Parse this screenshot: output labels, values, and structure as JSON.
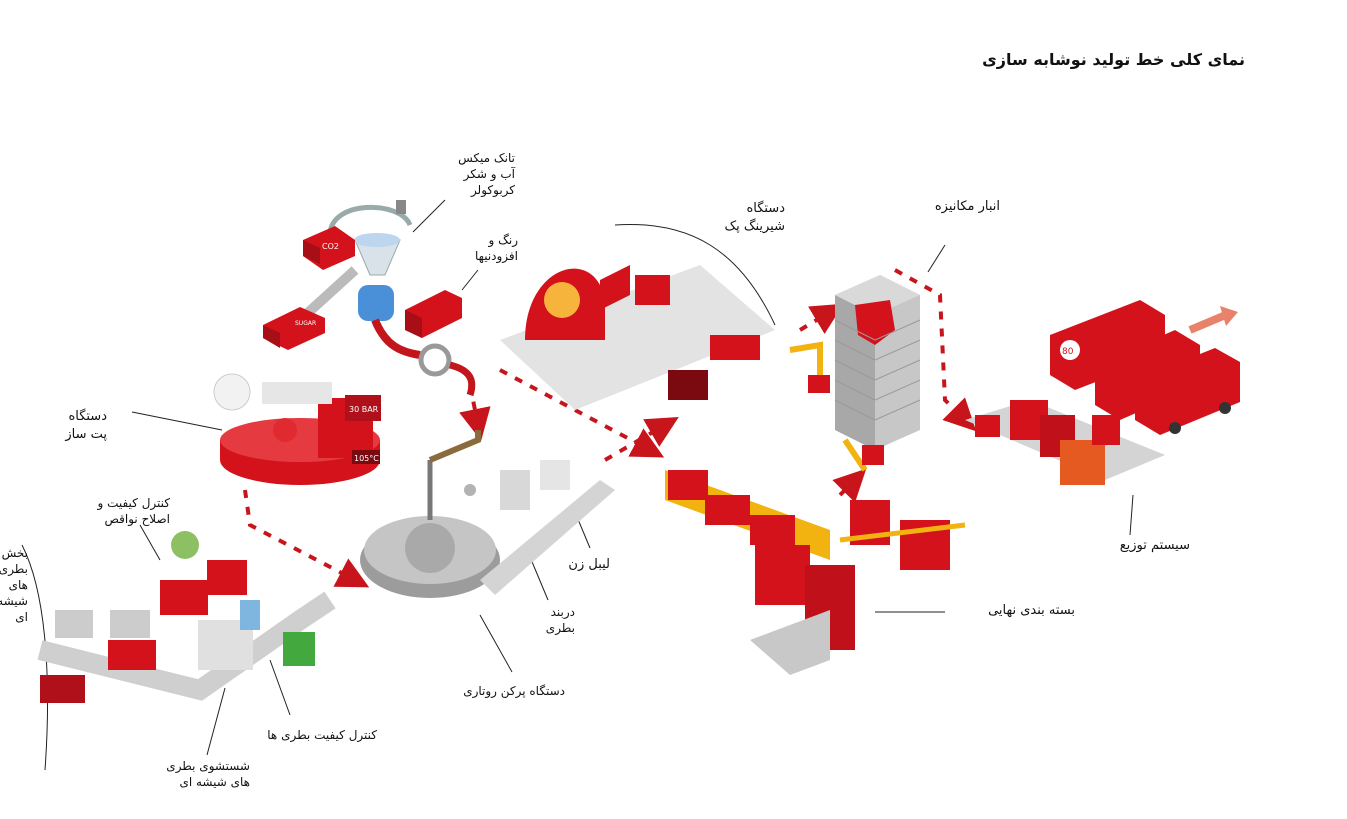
{
  "title": "نمای کلی خط تولید نوشابه سازی",
  "colors": {
    "brand_red": "#d3121b",
    "dark_red": "#a80e15",
    "grey": "#b9b9b9",
    "yellow": "#f2b20f"
  },
  "truck_badges": {
    "co2": "CO2",
    "sugar": "SUGAR",
    "pressure": "30 BAR",
    "temp": "105°C",
    "anniversary": "80"
  },
  "labels": {
    "mix_tank": "تانک میکس\nآب و شکر\nکربوکولر",
    "color_additives": "رنگ و\nافزودنیها",
    "shrink_pack": "دستگاه\nشیرینگ پک",
    "warehouse": "انبار مکانیزه",
    "pet_machine": "دستگاه\nپت ساز",
    "qc_repair": "کنترل کیفیت و\nاصلاح نواقص",
    "glass_distribution": "بخش\nبطری\nهای\nشیشه\nای",
    "labeler": "لیبل زن",
    "capper": "دربند\nبطری",
    "rotary_filler": "دستگاه پرکن روتاری",
    "bottle_qc": "کنترل کیفیت بطری ها",
    "bottle_washer": "شستشوی بطری\nهای شیشه ای",
    "final_packaging": "بسته بندی نهایی",
    "distribution": "سیستم توزیع"
  }
}
